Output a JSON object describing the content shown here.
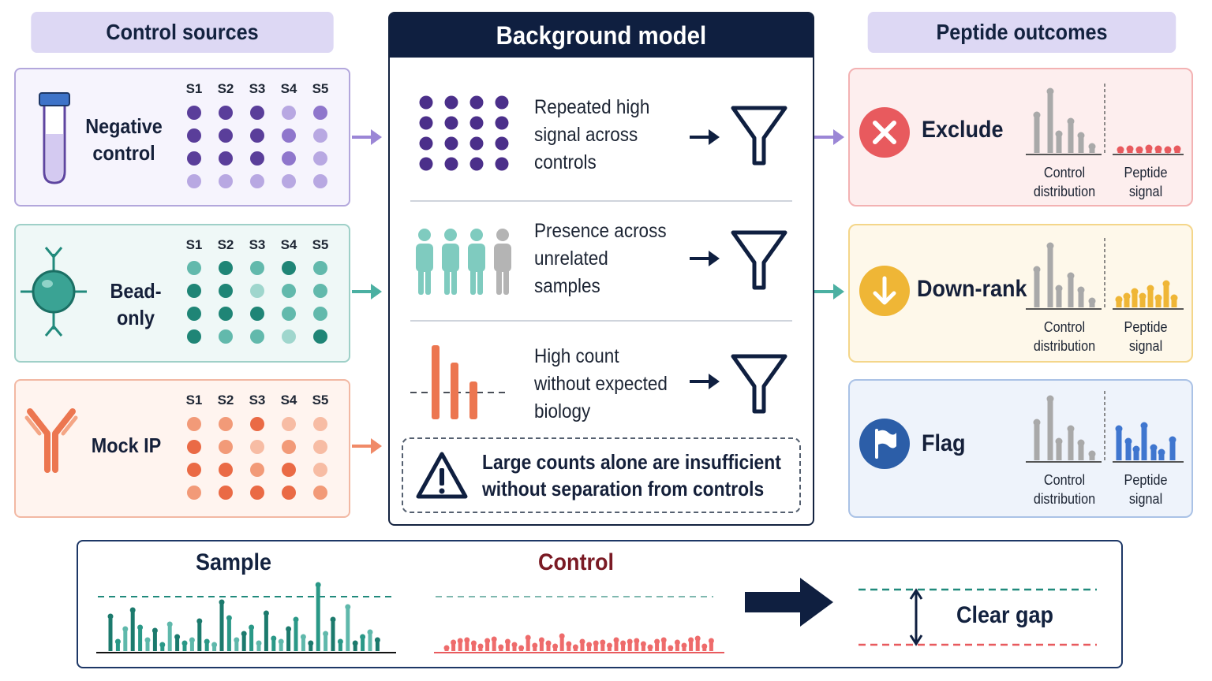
{
  "headers": {
    "control_sources": "Control sources",
    "background_model": "Background model",
    "peptide_outcomes": "Peptide outcomes"
  },
  "sample_labels": [
    "S1",
    "S2",
    "S3",
    "S4",
    "S5"
  ],
  "controls": [
    {
      "label_line1": "Negative",
      "label_line2": "control",
      "icon": "test-tube-icon",
      "color": "#5e45a0"
    },
    {
      "label_line1": "Bead-only",
      "label_line2": "",
      "icon": "bead-icon",
      "color": "#218a7c"
    },
    {
      "label_line1": "Mock IP",
      "label_line2": "",
      "icon": "antibody-icon",
      "color": "#ec7650"
    }
  ],
  "criteria": [
    {
      "line1": "Repeated high",
      "line2": "signal across",
      "line3": "controls",
      "icon": "dot-grid-icon"
    },
    {
      "line1": "Presence across",
      "line2": "unrelated",
      "line3": "samples",
      "icon": "people-icon"
    },
    {
      "line1": "High count",
      "line2": "without expected",
      "line3": "biology",
      "icon": "bars-threshold-icon"
    }
  ],
  "warning": {
    "line1": "Large counts alone are insufficient",
    "line2": "without separation from controls"
  },
  "outcomes": [
    {
      "label": "Exclude",
      "icon": "x-icon",
      "color": "#e85a5e"
    },
    {
      "label": "Down-rank",
      "icon": "down-arrow-icon",
      "color": "#efb636"
    },
    {
      "label": "Flag",
      "icon": "flag-icon",
      "color": "#2c5ea8"
    }
  ],
  "axis_labels": {
    "control_1": "Control",
    "control_2": "distribution",
    "peptide_1": "Peptide",
    "peptide_2": "signal"
  },
  "bottom": {
    "sample": "Sample",
    "control": "Control",
    "clear_gap": "Clear gap"
  },
  "colors": {
    "navy": "#0f1f40",
    "purple": "#5e45a0",
    "teal": "#218a7c",
    "orange": "#ec7650",
    "red": "#e85a5e",
    "yellow": "#efb636",
    "blue": "#2c5ea8",
    "header_bg": "#ddd8f4"
  }
}
